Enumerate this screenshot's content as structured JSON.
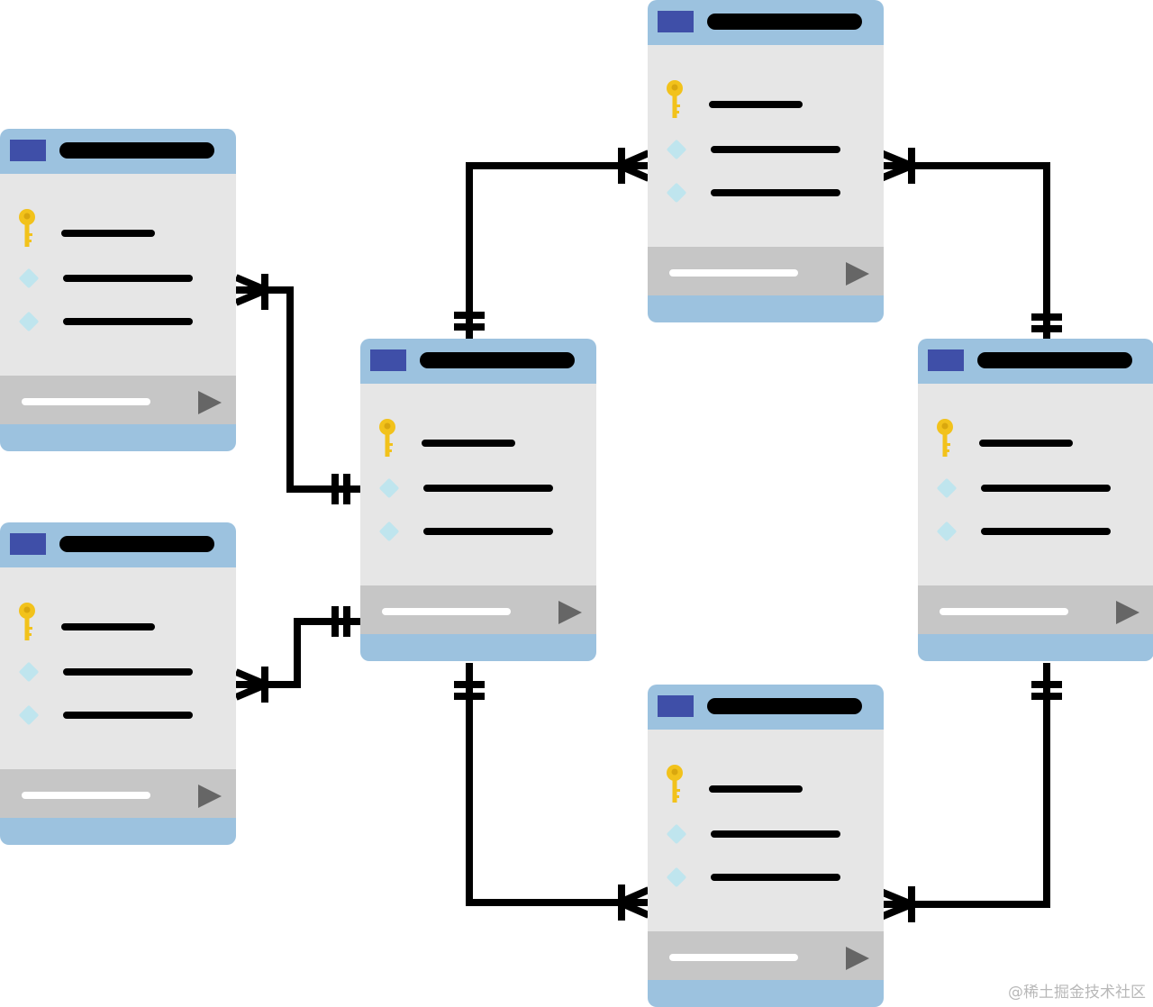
{
  "diagram": {
    "kind": "entity-relationship",
    "tables": [
      {
        "id": "table-top-left",
        "title_bar": "placeholder",
        "rows": [
          "key",
          "field",
          "field"
        ],
        "footer": "play"
      },
      {
        "id": "table-bottom-left",
        "title_bar": "placeholder",
        "rows": [
          "key",
          "field",
          "field"
        ],
        "footer": "play"
      },
      {
        "id": "table-center",
        "title_bar": "placeholder",
        "rows": [
          "key",
          "field",
          "field"
        ],
        "footer": "play"
      },
      {
        "id": "table-top",
        "title_bar": "placeholder",
        "rows": [
          "key",
          "field",
          "field"
        ],
        "footer": "play"
      },
      {
        "id": "table-right",
        "title_bar": "placeholder",
        "rows": [
          "key",
          "field",
          "field"
        ],
        "footer": "play"
      },
      {
        "id": "table-bottom",
        "title_bar": "placeholder",
        "rows": [
          "key",
          "field",
          "field"
        ],
        "footer": "play"
      }
    ],
    "relationships": [
      {
        "from": "table-center",
        "from_end": "one",
        "to": "table-top-left",
        "to_end": "many"
      },
      {
        "from": "table-center",
        "from_end": "one",
        "to": "table-bottom-left",
        "to_end": "many"
      },
      {
        "from": "table-center",
        "from_end": "one",
        "to": "table-top",
        "to_end": "many"
      },
      {
        "from": "table-center",
        "from_end": "one",
        "to": "table-bottom",
        "to_end": "many"
      },
      {
        "from": "table-right",
        "from_end": "one",
        "to": "table-top",
        "to_end": "many"
      },
      {
        "from": "table-right",
        "from_end": "one",
        "to": "table-bottom",
        "to_end": "many"
      }
    ]
  },
  "icons": {
    "key": "key-icon",
    "field": "diamond-icon",
    "footer": "play-icon"
  },
  "colors": {
    "header": "#9cc2df",
    "header_square": "#3f4fa8",
    "body": "#e6e6e6",
    "footer": "#c6c6c6",
    "key": "#f2c21b",
    "diamond": "#bfe5ee",
    "line": "#000000"
  },
  "watermark": "@稀土掘金技术社区"
}
